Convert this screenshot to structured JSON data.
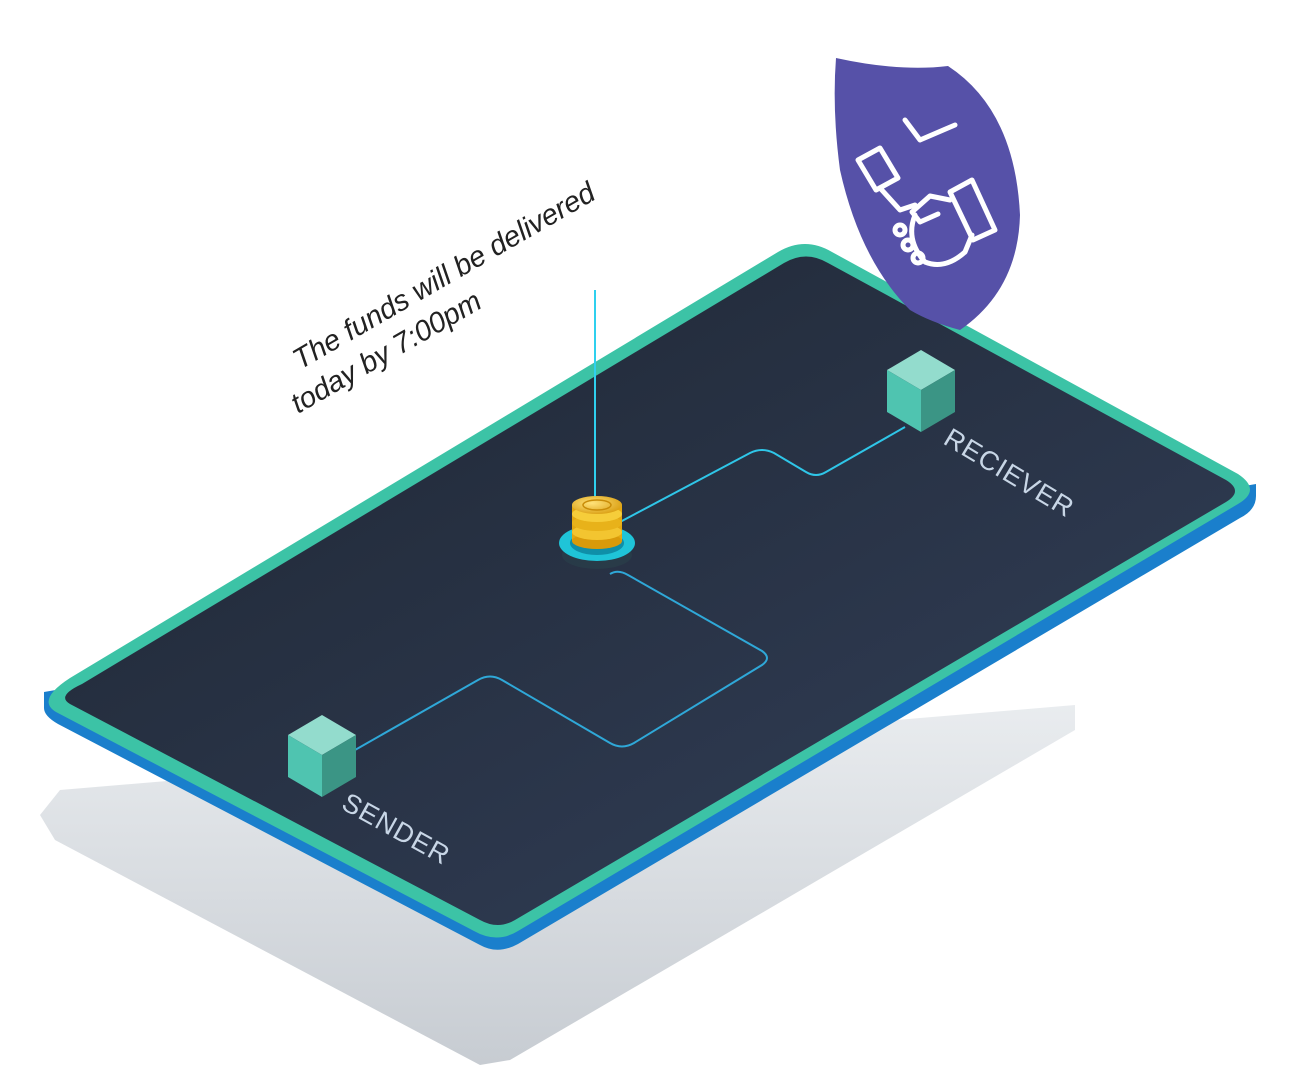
{
  "annotation": {
    "line1": "The funds will be delivered",
    "line2": "today by 7:00pm"
  },
  "nodes": {
    "sender": "SENDER",
    "receiver": "RECIEVER"
  },
  "icons": {
    "shield": "shield-handshake-icon",
    "coins": "coin-stack-icon"
  },
  "colors": {
    "board": "#27303d",
    "border": "#3cc3a6",
    "edge": "#1a7fcc",
    "line": "#2fc6e8",
    "shield": "#5651a8",
    "cube_top": "#93dccd",
    "coin": "#f2be1e"
  }
}
